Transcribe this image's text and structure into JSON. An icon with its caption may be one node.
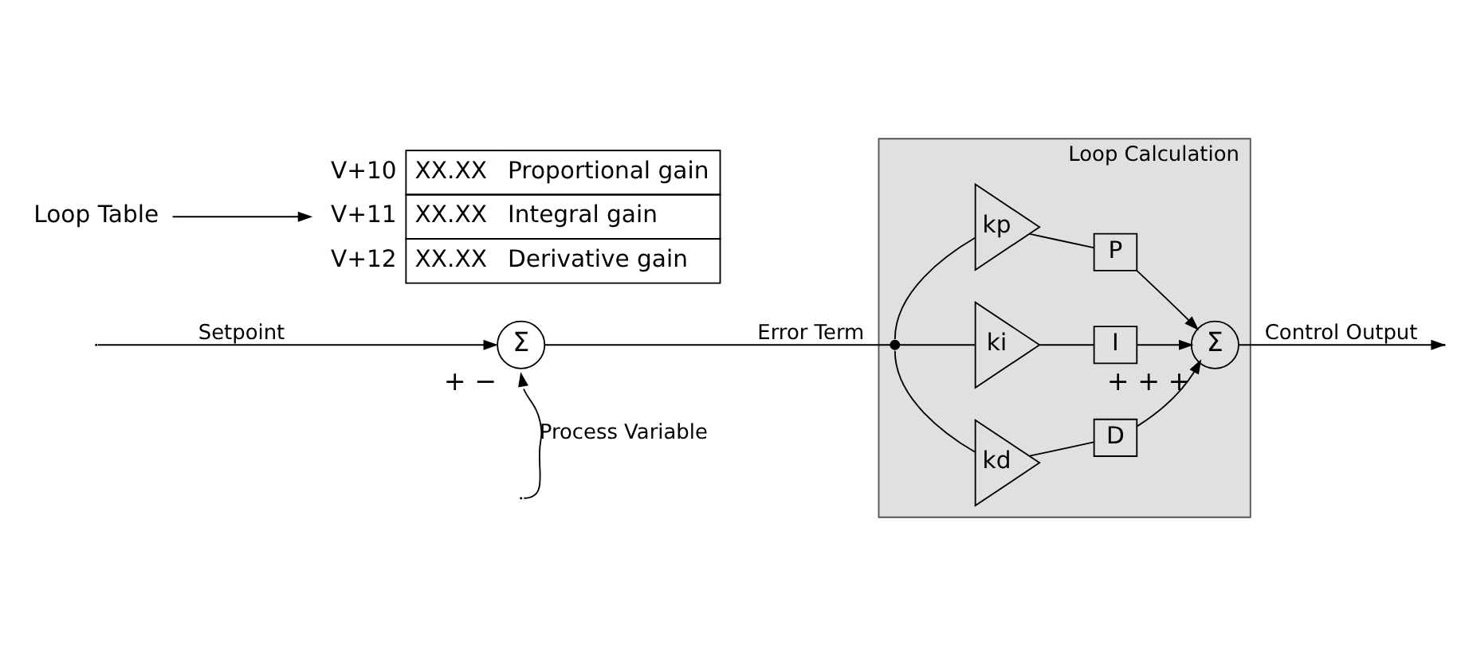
{
  "diagram": {
    "nodes": [
      {
        "text": [
          "Loop Calculation"
        ]
      },
      {
        "text": [
          "Σ"
        ],
        "beside": [
          "+",
          "−"
        ]
      },
      {
        "text": [],
        "shape": "circle",
        "in": 0
      },
      {
        "text": [
          "kp"
        ],
        "in": 0
      },
      {
        "text": [
          "ki"
        ],
        "in": 0
      },
      {
        "text": [
          "kd"
        ],
        "in": 0
      },
      {
        "text": [
          "P"
        ],
        "in": 0
      },
      {
        "text": [
          "I"
        ],
        "in": 0
      },
      {
        "text": [
          "D"
        ],
        "in": 0
      },
      {
        "text": [
          "Σ"
        ],
        "beside": [
          "+",
          "+",
          "+"
        ],
        "in": 0
      },
      {
        "text": [
          "Loop Table"
        ]
      },
      {
        "text": [
          "V+10",
          "XX.XX",
          "Proportional gain",
          "V+11",
          "XX.XX",
          "Integral gain",
          "V+12",
          "XX.XX",
          "Derivative gain"
        ]
      }
    ],
    "edges": [
      {
        "from": null,
        "to": 1,
        "arrow": "to",
        "label": "Setpoint"
      },
      {
        "from": null,
        "to": 1,
        "arrow": "to",
        "label": "Process Variable"
      },
      {
        "from": 1,
        "to": 2,
        "arrow": "none",
        "label": "Error Term"
      },
      {
        "from": 2,
        "to": 3,
        "arrow": "none"
      },
      {
        "from": 2,
        "to": 4,
        "arrow": "none"
      },
      {
        "from": 2,
        "to": 5,
        "arrow": "none"
      },
      {
        "from": 3,
        "to": 6,
        "arrow": "none"
      },
      {
        "from": 4,
        "to": 7,
        "arrow": "none"
      },
      {
        "from": 5,
        "to": 8,
        "arrow": "none"
      },
      {
        "from": 6,
        "to": 9,
        "arrow": "to"
      },
      {
        "from": 7,
        "to": 9,
        "arrow": "to"
      },
      {
        "from": 8,
        "to": 9,
        "arrow": "to"
      },
      {
        "from": 9,
        "to": null,
        "arrow": "to",
        "label": "Control Output"
      },
      {
        "from": 10,
        "to": 11,
        "arrow": "to"
      }
    ]
  }
}
